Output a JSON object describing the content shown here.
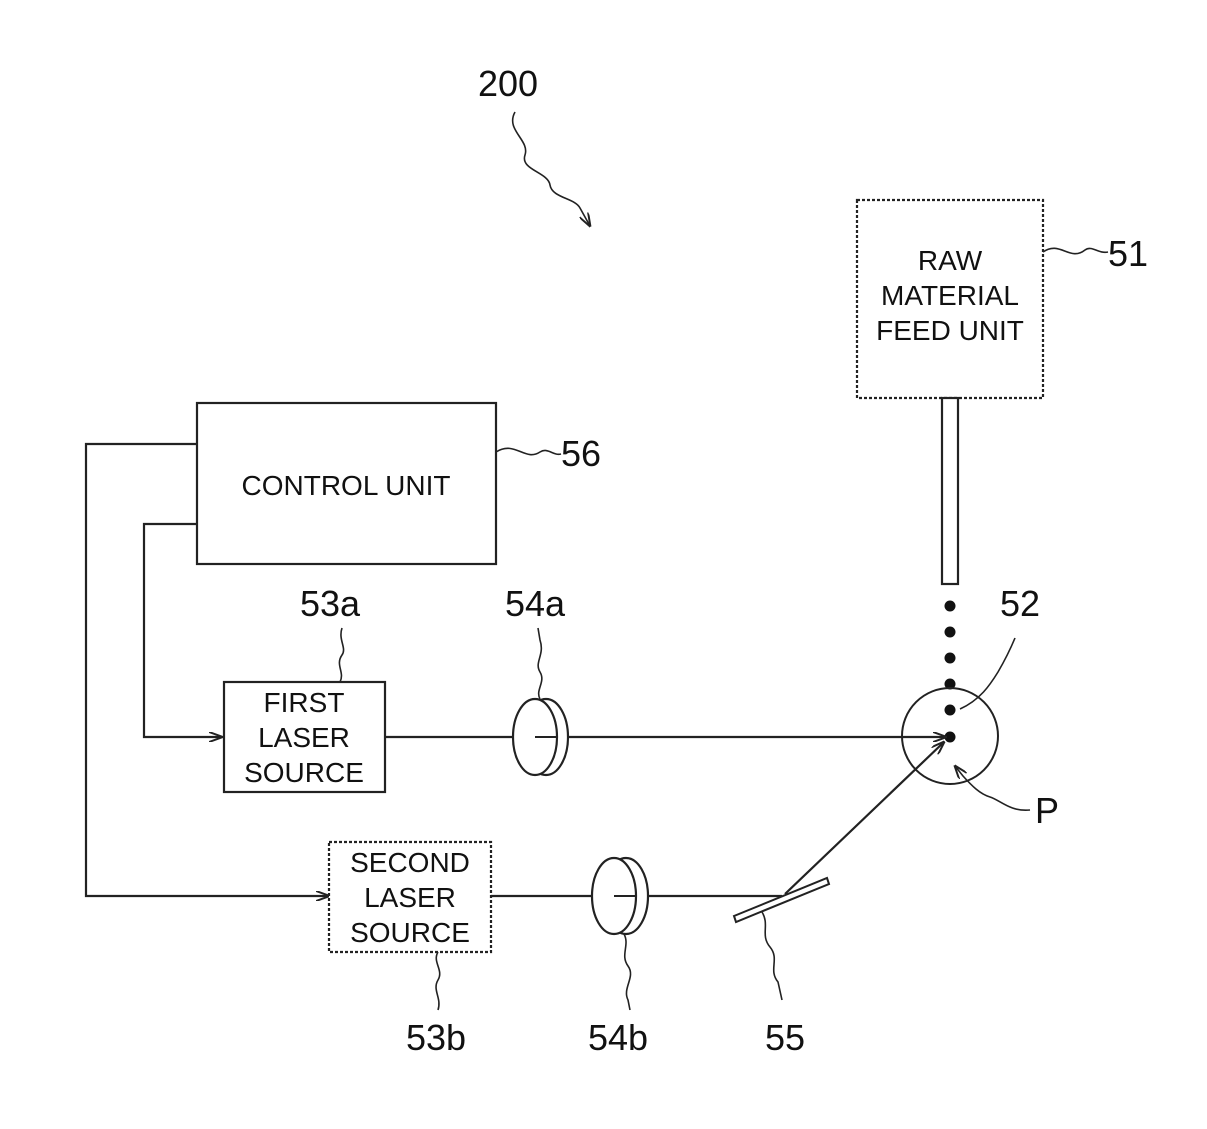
{
  "figure": {
    "reference_numeral": "200",
    "colors": {
      "line": "#222222",
      "background": "#ffffff"
    }
  },
  "components": {
    "raw_material_feed_unit": {
      "ref": "51",
      "lines": [
        "RAW",
        "MATERIAL",
        "FEED UNIT"
      ]
    },
    "control_unit": {
      "ref": "56",
      "label": "CONTROL UNIT"
    },
    "first_laser_source": {
      "ref": "53a",
      "lines": [
        "FIRST",
        "LASER",
        "SOURCE"
      ]
    },
    "second_laser_source": {
      "ref": "53b",
      "lines": [
        "SECOND",
        "LASER",
        "SOURCE"
      ]
    },
    "lens_a": {
      "ref": "54a"
    },
    "lens_b": {
      "ref": "54b"
    },
    "mirror": {
      "ref": "55"
    },
    "melt_region": {
      "ref": "52"
    },
    "point": {
      "ref": "P"
    }
  }
}
